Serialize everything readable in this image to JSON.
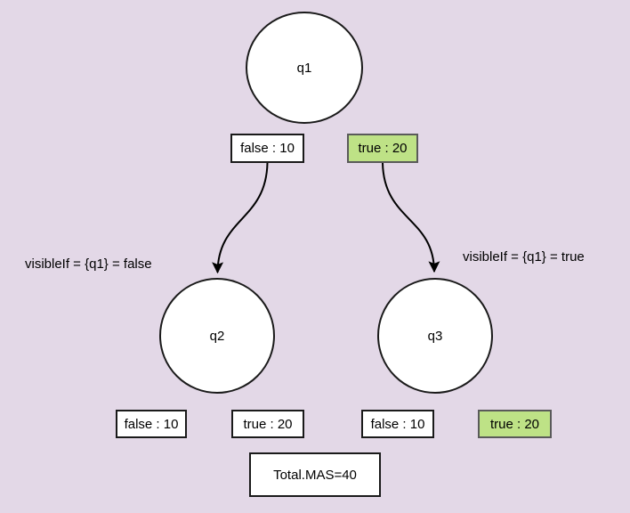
{
  "colors": {
    "background": "#e3d8e7",
    "highlight_green": "#bee286",
    "node_fill": "#ffffff",
    "line": "#1a1a1a"
  },
  "nodes": {
    "q1": {
      "label": "q1"
    },
    "q2": {
      "label": "q2"
    },
    "q3": {
      "label": "q3"
    }
  },
  "value_boxes": [
    {
      "id": "q1-false",
      "label": "false : 10",
      "highlighted": false
    },
    {
      "id": "q1-true",
      "label": "true : 20",
      "highlighted": true
    },
    {
      "id": "q2-false",
      "label": "false : 10",
      "highlighted": false
    },
    {
      "id": "q2-true",
      "label": "true : 20",
      "highlighted": false
    },
    {
      "id": "q3-false",
      "label": "false : 10",
      "highlighted": false
    },
    {
      "id": "q3-true",
      "label": "true : 20",
      "highlighted": true
    }
  ],
  "annotations": {
    "left": "visibleIf = {q1} = false",
    "right": "visibleIf = {q1} = true"
  },
  "total": {
    "label": "Total.MAS=40"
  }
}
